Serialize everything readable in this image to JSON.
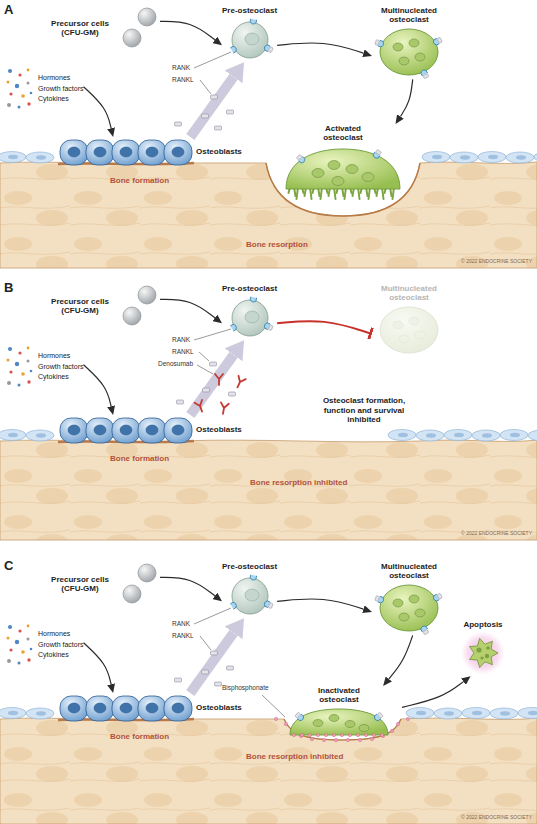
{
  "diagram": {
    "nodes": [
      {
        "text": [
          "Precursor cells (CFU-GM)"
        ]
      },
      {
        "text": [
          "Pre-osteoclast"
        ]
      },
      {
        "text": [
          "Multinucleated osteoclast"
        ]
      },
      {
        "text": [
          "Hormones",
          "Growth factors",
          "Cytokines"
        ]
      },
      {
        "text": [
          "Osteoblasts"
        ]
      },
      {
        "text": [
          "Activated osteoclast"
        ]
      },
      {
        "text": [
          "Precursor cells (CFU-GM)"
        ]
      },
      {
        "text": [
          "Pre-osteoclast"
        ]
      },
      {
        "text": [
          "Multinucleated osteoclast"
        ]
      },
      {
        "text": [
          "Hormones",
          "Growth factors",
          "Cytokines"
        ]
      },
      {
        "text": [
          "Osteoblasts"
        ]
      },
      {
        "text": [
          "Precursor cells (CFU-GM)"
        ]
      },
      {
        "text": [
          "Pre-osteoclast"
        ]
      },
      {
        "text": [
          "Multinucleated osteoclast"
        ]
      },
      {
        "text": [
          "Hormones",
          "Growth factors",
          "Cytokines"
        ]
      },
      {
        "text": [
          "Apoptosis"
        ]
      },
      {
        "text": [
          "Osteoblasts"
        ]
      },
      {
        "text": [
          "Inactivated osteoclast"
        ]
      }
    ],
    "edges": [
      {
        "from": 0,
        "to": 1,
        "arrow": "to"
      },
      {
        "from": 1,
        "to": 2,
        "arrow": "to"
      },
      {
        "from": 2,
        "to": 5,
        "arrow": "to"
      },
      {
        "from": 3,
        "to": 4,
        "arrow": "to"
      },
      {
        "from": 4,
        "to": 1,
        "arrow": "to"
      },
      {
        "from": 6,
        "to": 7,
        "arrow": "to"
      },
      {
        "from": 7,
        "to": 8,
        "arrow": "none"
      },
      {
        "from": 9,
        "to": 10,
        "arrow": "to"
      },
      {
        "from": 10,
        "to": 7,
        "arrow": "to"
      },
      {
        "from": 11,
        "to": 12,
        "arrow": "to"
      },
      {
        "from": 12,
        "to": 13,
        "arrow": "to"
      },
      {
        "from": 13,
        "to": 17,
        "arrow": "to"
      },
      {
        "from": 17,
        "to": 15,
        "arrow": "to"
      },
      {
        "from": 14,
        "to": 16,
        "arrow": "to"
      },
      {
        "from": 16,
        "to": 12,
        "arrow": "to"
      }
    ],
    "labels": [
      "A",
      "RANK",
      "RANKL",
      "Bone formation",
      "Bone resorption",
      "© 2022 ENDOCRINE SOCIETY",
      "B",
      "RANK",
      "RANKL",
      "Denosumab",
      "Osteoclast formation, function and survival inhibited",
      "Bone formation",
      "Bone resorption inhibited",
      "© 2022 ENDOCRINE SOCIETY",
      "C",
      "RANK",
      "RANKL",
      "Bisphosphonate",
      "Bone formation",
      "Bone resorption inhibited",
      "© 2022 ENDOCRINE SOCIETY"
    ]
  }
}
